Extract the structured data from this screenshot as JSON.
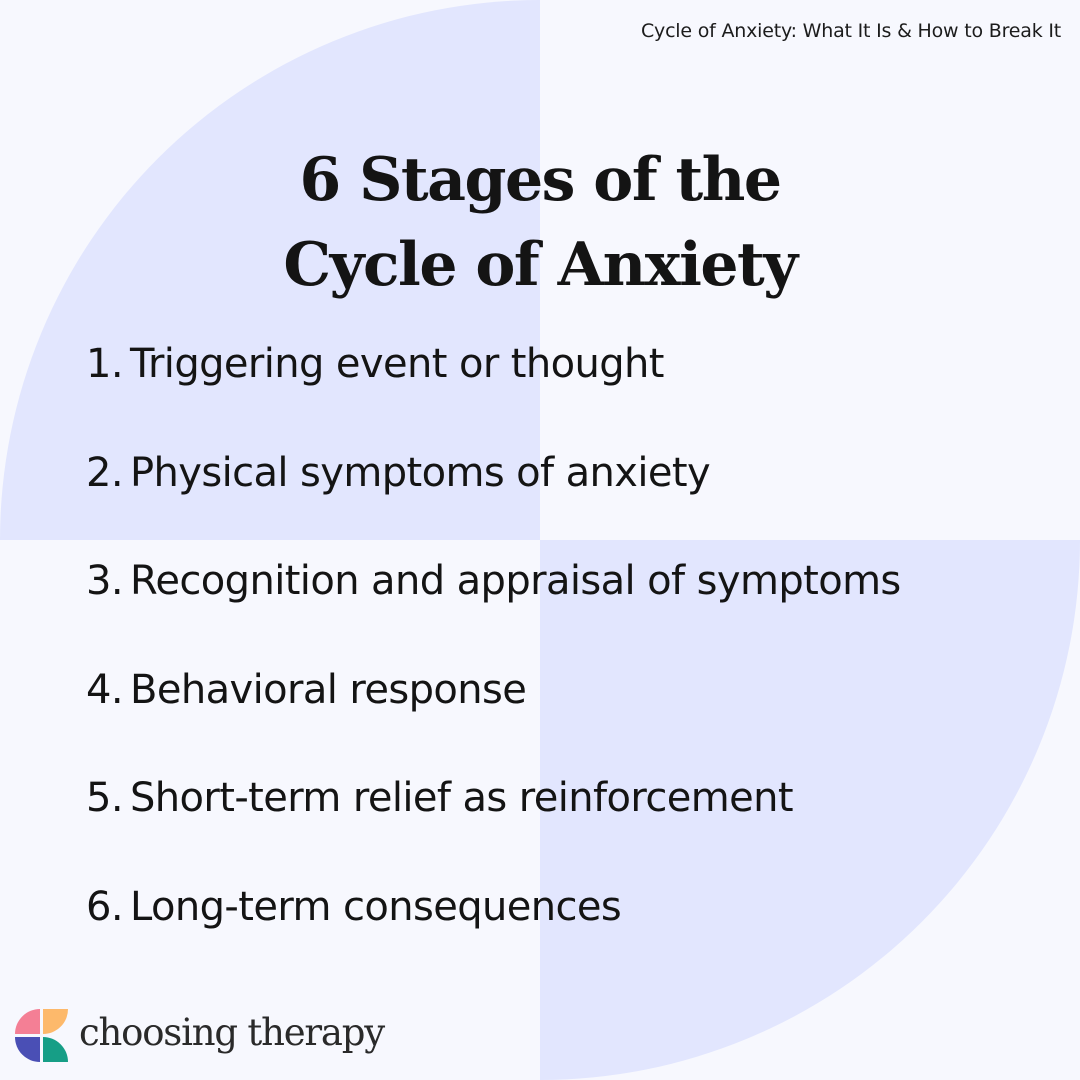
{
  "source_title": "Cycle of Anxiety: What It Is & How to Break It",
  "heading": {
    "line1": "6 Stages of the",
    "line2": "Cycle of Anxiety"
  },
  "stages": [
    {
      "number": "1.",
      "label": "Triggering event or thought"
    },
    {
      "number": "2.",
      "label": "Physical symptoms of anxiety"
    },
    {
      "number": "3.",
      "label": "Recognition and appraisal of symptoms"
    },
    {
      "number": "4.",
      "label": "Behavioral response"
    },
    {
      "number": "5.",
      "label": "Short-term relief as reinforcement"
    },
    {
      "number": "6.",
      "label": "Long-term consequences"
    }
  ],
  "brand": {
    "name": "choosing therapy",
    "logo_colors": [
      "#F47F95",
      "#FDB96B",
      "#4A4FB5",
      "#169E86"
    ]
  },
  "colors": {
    "background": "#F7F8FE",
    "accent_shape": "#E2E6FE",
    "text": "#141414"
  }
}
